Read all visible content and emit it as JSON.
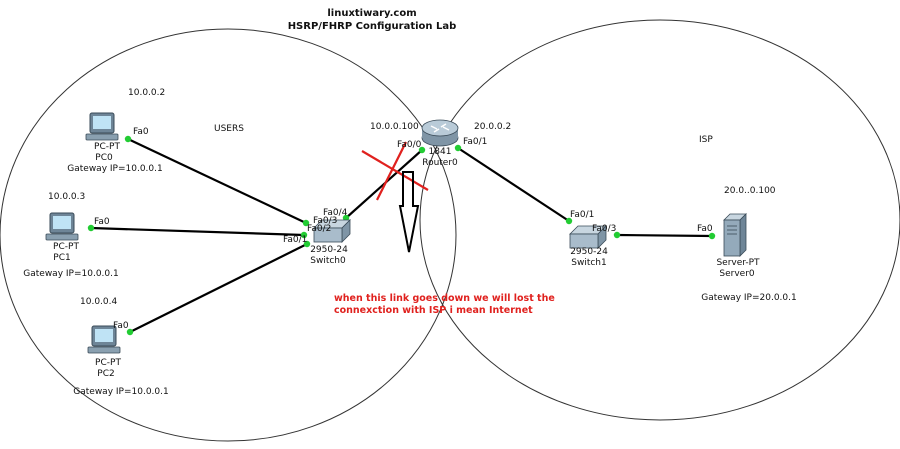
{
  "header": {
    "site": "linuxtiwary.com",
    "title": "HSRP/FHRP Configuration Lab"
  },
  "zones": {
    "users": "USERS",
    "isp": "ISP"
  },
  "devices": {
    "pc0": {
      "model": "PC-PT",
      "name": "PC0",
      "ip": "10.0.0.2",
      "gateway": "Gateway IP=10.0.0.1",
      "port": "Fa0"
    },
    "pc1": {
      "model": "PC-PT",
      "name": "PC1",
      "ip": "10.0.0.3",
      "gateway": "Gateway IP=10.0.0.1",
      "port": "Fa0"
    },
    "pc2": {
      "model": "PC-PT",
      "name": "PC2",
      "ip": "10.0.0.4",
      "gateway": "Gateway IP=10.0.0.1",
      "port": "Fa0"
    },
    "switch0": {
      "model": "2950-24",
      "name": "Switch0",
      "ports": [
        "Fa0/4",
        "Fa0/3",
        "Fa0/2",
        "Fa0/1"
      ]
    },
    "router0": {
      "model": "1841",
      "name": "Router0",
      "ip_left": "10.0.0.100",
      "ip_right": "20.0.0.2",
      "port_left": "Fa0/0",
      "port_right": "Fa0/1"
    },
    "switch1": {
      "model": "2950-24",
      "name": "Switch1",
      "ports": [
        "Fa0/1",
        "Fa0/3"
      ]
    },
    "server0": {
      "model": "Server-PT",
      "name": "Server0",
      "ip": "20.0..0.100",
      "gateway": "Gateway IP=20.0.0.1",
      "port": "Fa0"
    }
  },
  "annotation": {
    "line1": "when this link goes down we will lost the",
    "line2": "connexction with ISP i mean Internet"
  },
  "colors": {
    "link": "#000000",
    "port_dot": "#22cc33",
    "annotation": "#e0211e",
    "zone_outline": "#333333"
  }
}
